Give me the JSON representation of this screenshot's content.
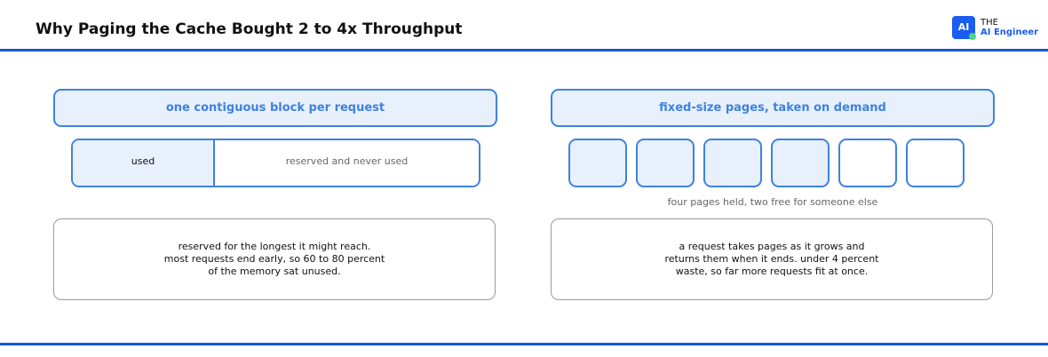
{
  "header": {
    "title": "Why Paging the Cache Bought 2 to 4x Throughput"
  },
  "logo": {
    "badge": "AI",
    "line1": "THE",
    "line2": "AI Engineer"
  },
  "left_panel": {
    "heading": "one contiguous block per request",
    "block": {
      "used_label": "used",
      "reserved_label": "reserved and never used"
    },
    "note_lines": [
      "reserved for the longest it might reach.",
      "most requests end early, so 60 to 80 percent",
      "of the memory sat unused."
    ]
  },
  "right_panel": {
    "heading": "fixed-size pages, taken on demand",
    "pages": [
      {
        "state": "held"
      },
      {
        "state": "held"
      },
      {
        "state": "held"
      },
      {
        "state": "held"
      },
      {
        "state": "free"
      },
      {
        "state": "free"
      }
    ],
    "pages_caption": "four pages held, two free for someone else",
    "note_lines": [
      "a request takes pages as it grows and",
      "returns them when it ends. under 4 percent",
      "waste, so far more requests fit at once."
    ]
  },
  "colors": {
    "accent": "#3e82e0",
    "held_fill": "#e8f0fc",
    "rule": "#1756d8",
    "brand": "#1a5df0"
  }
}
